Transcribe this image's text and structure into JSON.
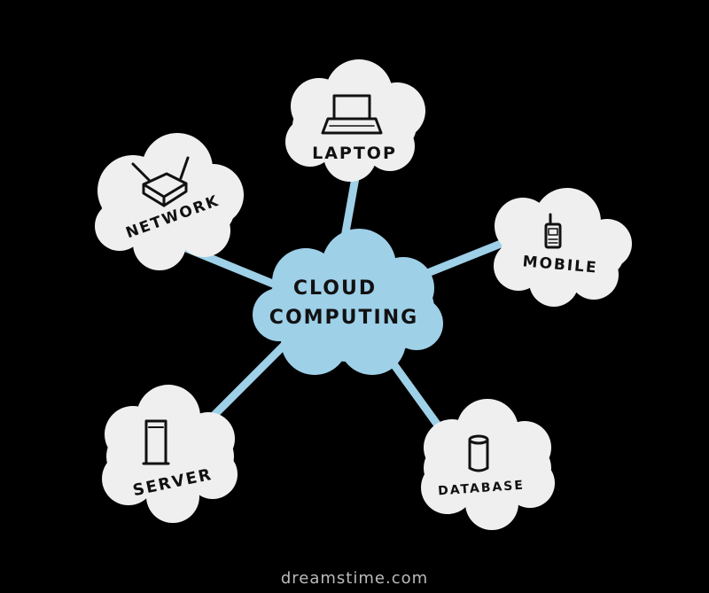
{
  "diagram": {
    "center": {
      "line1": "CLOUD",
      "line2": "COMPUTING"
    },
    "nodes": {
      "laptop": {
        "label": "LAPTOP",
        "icon": "laptop-icon"
      },
      "network": {
        "label": "NETWORK",
        "icon": "router-icon"
      },
      "mobile": {
        "label": "MOBILE",
        "icon": "mobile-phone-icon"
      },
      "server": {
        "label": "SERVER",
        "icon": "server-tower-icon"
      },
      "database": {
        "label": "DATABASE",
        "icon": "database-cylinder-icon"
      }
    },
    "colors": {
      "background": "#000000",
      "center_cloud": "#9ed0e8",
      "node_cloud": "#efefef",
      "connector": "#9ed0e8",
      "ink": "#111111"
    }
  },
  "watermark": "dreamstime.com"
}
